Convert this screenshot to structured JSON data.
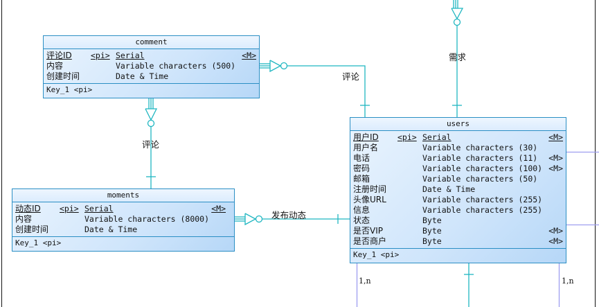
{
  "diagram": {
    "colors": {
      "link": "#1fb6c1",
      "entity_border": "#2a8ec4",
      "inherit_link": "#9e9ef0",
      "frame": "#111111"
    },
    "entities": {
      "comment": {
        "name": "comment",
        "attributes": [
          {
            "name": "评论ID",
            "key": "<pi>",
            "type": "Serial",
            "mandatory": "<M>",
            "identifier": true
          },
          {
            "name": "内容",
            "key": "",
            "type": "Variable characters (500)",
            "mandatory": "",
            "identifier": false
          },
          {
            "name": "创建时间",
            "key": "",
            "type": "Date & Time",
            "mandatory": "",
            "identifier": false
          }
        ],
        "keys": "Key_1  <pi>"
      },
      "moments": {
        "name": "moments",
        "attributes": [
          {
            "name": "动态ID",
            "key": "<pi>",
            "type": "Serial",
            "mandatory": "<M>",
            "identifier": true
          },
          {
            "name": "内容",
            "key": "",
            "type": "Variable characters (8000)",
            "mandatory": "",
            "identifier": false
          },
          {
            "name": "创建时间",
            "key": "",
            "type": "Date & Time",
            "mandatory": "",
            "identifier": false
          }
        ],
        "keys": "Key_1  <pi>"
      },
      "users": {
        "name": "users",
        "attributes": [
          {
            "name": "用户ID",
            "key": "<pi>",
            "type": "Serial",
            "mandatory": "<M>",
            "identifier": true
          },
          {
            "name": "用户名",
            "key": "",
            "type": "Variable characters (30)",
            "mandatory": "",
            "identifier": false
          },
          {
            "name": "电话",
            "key": "",
            "type": "Variable characters (11)",
            "mandatory": "<M>",
            "identifier": false
          },
          {
            "name": "密码",
            "key": "",
            "type": "Variable characters (100)",
            "mandatory": "<M>",
            "identifier": false
          },
          {
            "name": "邮箱",
            "key": "",
            "type": "Variable characters (50)",
            "mandatory": "",
            "identifier": false
          },
          {
            "name": "注册时间",
            "key": "",
            "type": "Date & Time",
            "mandatory": "",
            "identifier": false
          },
          {
            "name": "头像URL",
            "key": "",
            "type": "Variable characters (255)",
            "mandatory": "",
            "identifier": false
          },
          {
            "name": "信息",
            "key": "",
            "type": "Variable characters (255)",
            "mandatory": "",
            "identifier": false
          },
          {
            "name": "状态",
            "key": "",
            "type": "Byte",
            "mandatory": "",
            "identifier": false
          },
          {
            "name": "是否VIP",
            "key": "",
            "type": "Byte",
            "mandatory": "<M>",
            "identifier": false
          },
          {
            "name": "是否商户",
            "key": "",
            "type": "Byte",
            "mandatory": "<M>",
            "identifier": false
          }
        ],
        "keys": "Key_1  <pi>"
      }
    },
    "relationships": {
      "comment_users": "评论",
      "comment_moments": "评论",
      "moments_users": "发布动态",
      "users_top": "需求"
    },
    "cardinalities": {
      "left": "1,n",
      "right": "1,n"
    }
  }
}
